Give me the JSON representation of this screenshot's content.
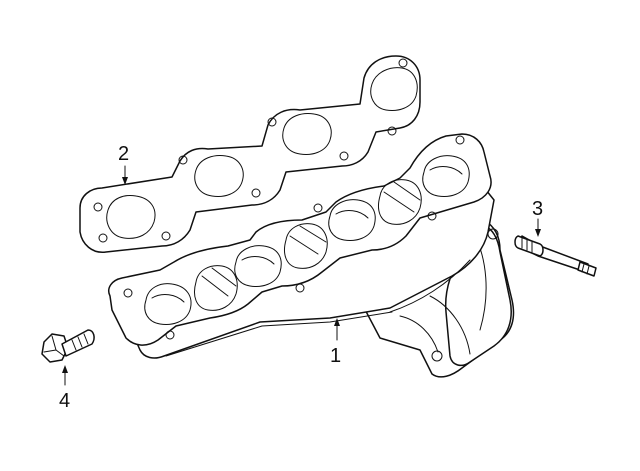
{
  "callouts": [
    {
      "id": "1",
      "label": "1"
    },
    {
      "id": "2",
      "label": "2"
    },
    {
      "id": "3",
      "label": "3"
    },
    {
      "id": "4",
      "label": "4"
    }
  ],
  "icons": [
    "exhaust-manifold-icon",
    "manifold-gasket-icon",
    "stud-icon",
    "bolt-icon"
  ],
  "colors": {
    "line": "#111111",
    "background": "#ffffff"
  }
}
